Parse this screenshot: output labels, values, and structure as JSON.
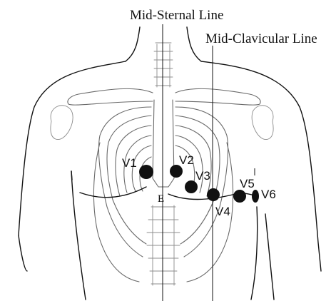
{
  "labels": {
    "mid_sternal_line": "Mid-Sternal Line",
    "mid_clavicular_line": "Mid-Clavicular Line",
    "landmark": "E"
  },
  "electrodes": [
    {
      "id": "v1",
      "label": "V1"
    },
    {
      "id": "v2",
      "label": "V2"
    },
    {
      "id": "v3",
      "label": "V3"
    },
    {
      "id": "v4",
      "label": "V4"
    },
    {
      "id": "v5",
      "label": "V5"
    },
    {
      "id": "v6",
      "label": "V6"
    }
  ],
  "colors": {
    "ink": "#111111",
    "bone": "#6a6a6a"
  }
}
